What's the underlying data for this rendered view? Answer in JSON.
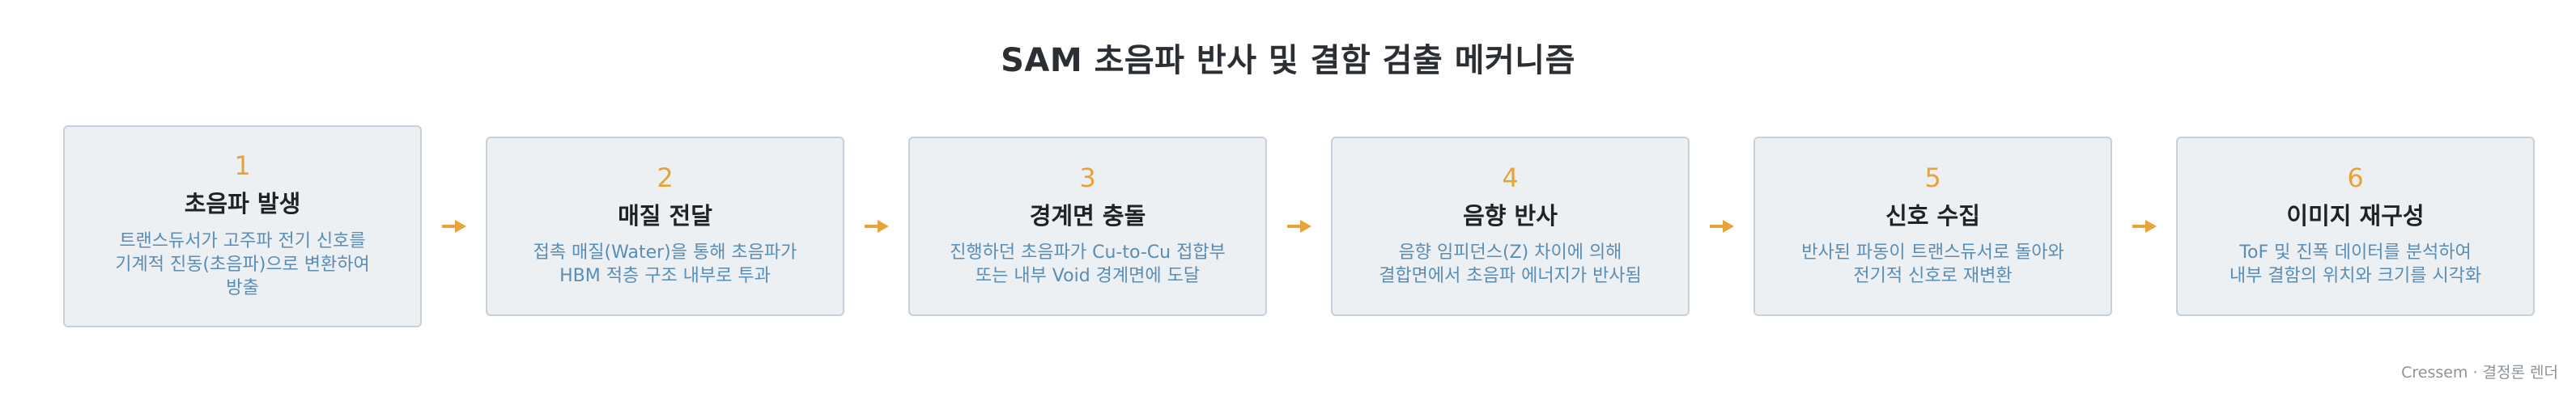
{
  "title": "SAM 초음파 반사 및 결함 검출 메커니즘",
  "colors": {
    "accent": "#e8a23a",
    "box_fill": "#ecf0f3",
    "box_border": "#c8d1da",
    "title_text": "#1f2326",
    "desc_text": "#5a8db5"
  },
  "steps": [
    {
      "number": "1",
      "title": "초음파 발생",
      "desc_lines": [
        "트랜스듀서가 고주파 전기 신호를",
        "기계적 진동(초음파)으로 변환하여",
        "방출"
      ]
    },
    {
      "number": "2",
      "title": "매질 전달",
      "desc_lines": [
        "접촉 매질(Water)을 통해 초음파가",
        "HBM 적층 구조 내부로 투과"
      ]
    },
    {
      "number": "3",
      "title": "경계면 충돌",
      "desc_lines": [
        "진행하던 초음파가 Cu-to-Cu 접합부",
        "또는 내부 Void 경계면에 도달"
      ]
    },
    {
      "number": "4",
      "title": "음향 반사",
      "desc_lines": [
        "음향 임피던스(Z) 차이에 의해",
        "결합면에서 초음파 에너지가 반사됨"
      ]
    },
    {
      "number": "5",
      "title": "신호 수집",
      "desc_lines": [
        "반사된 파동이 트랜스듀서로 돌아와",
        "전기적 신호로 재변환"
      ]
    },
    {
      "number": "6",
      "title": "이미지 재구성",
      "desc_lines": [
        "ToF 및 진폭 데이터를 분석하여",
        "내부 결함의 위치와 크기를 시각화"
      ]
    }
  ],
  "arrow_icon": "arrow-right-icon",
  "credit": "Cressem · 결정론 렌더"
}
